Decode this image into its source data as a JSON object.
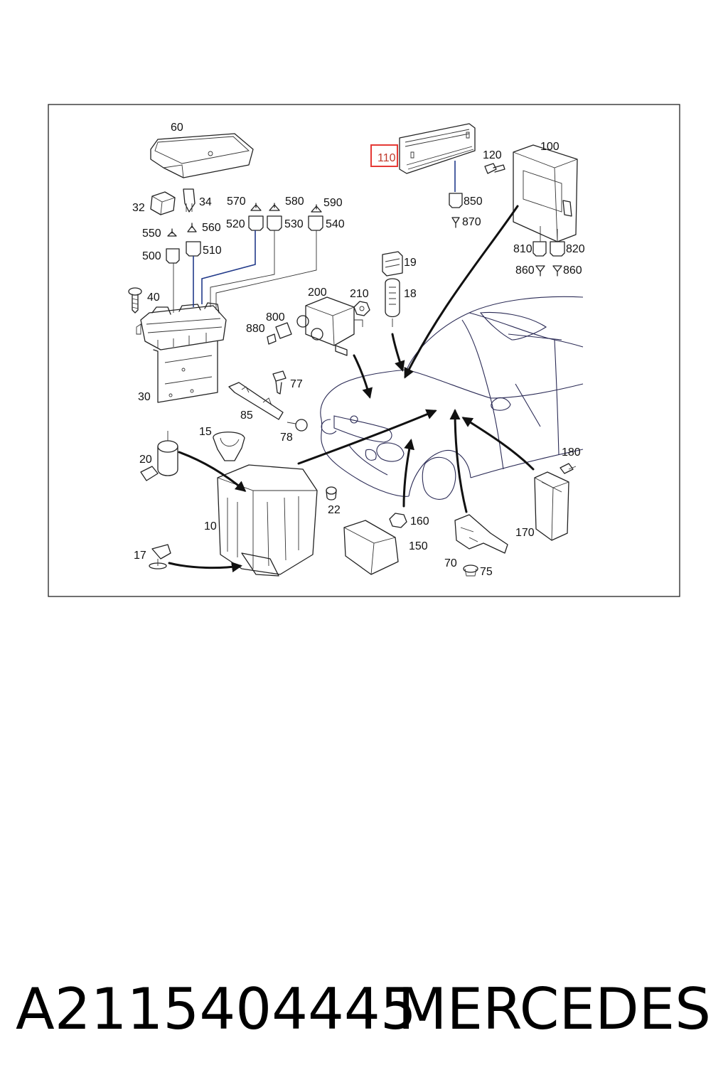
{
  "diagram": {
    "highlighted_label": "110",
    "highlight_color": "#e53935",
    "labels": [
      "60",
      "32",
      "34",
      "570",
      "580",
      "590",
      "550",
      "560",
      "520",
      "530",
      "540",
      "500",
      "510",
      "40",
      "30",
      "20",
      "15",
      "10",
      "17",
      "85",
      "77",
      "78",
      "22",
      "200",
      "210",
      "800",
      "880",
      "19",
      "18",
      "150",
      "160",
      "70",
      "75",
      "120",
      "100",
      "850",
      "870",
      "810",
      "820",
      "860",
      "860",
      "180",
      "170"
    ]
  },
  "caption": {
    "part_number": "A2115404445",
    "brand": "MERCEDES"
  }
}
